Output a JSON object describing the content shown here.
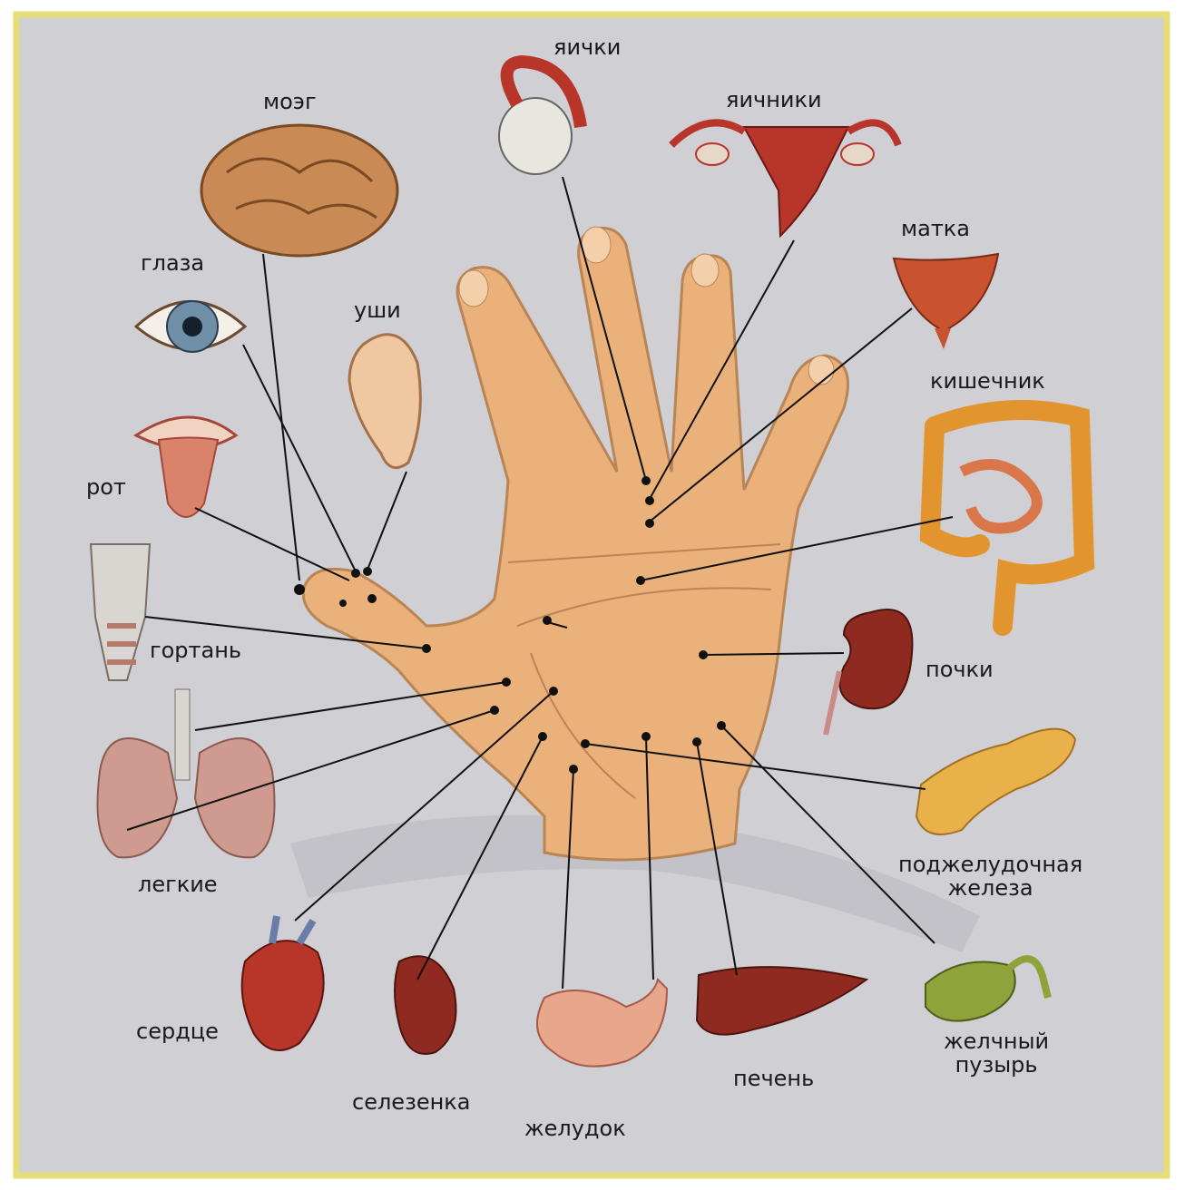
{
  "labels": {
    "testicles": "яички",
    "brain": "моэг",
    "ovaries": "яичники",
    "uterus": "матка",
    "eyes": "глаза",
    "ears": "уши",
    "intestine": "кишечник",
    "mouth": "рот",
    "larynx": "гортань",
    "kidneys": "почки",
    "lungs": "легкие",
    "pancreas_line1": "поджелудочная",
    "pancreas_line2": "железа",
    "heart": "сердце",
    "spleen": "селезенка",
    "stomach": "желудок",
    "liver": "печень",
    "gallbladder_line1": "желчный",
    "gallbladder_line2": "пузырь"
  },
  "colors": {
    "background": "#cfcfd4",
    "frame": "#e6dc78",
    "skin": "#eab27a",
    "skin_outline": "#b98556",
    "organ_red": "#b8352a",
    "organ_brown": "#c98a56",
    "liver": "#8e2a1f",
    "gallbladder": "#8fa33a",
    "pancreas": "#e8b14a",
    "line": "#111111"
  }
}
